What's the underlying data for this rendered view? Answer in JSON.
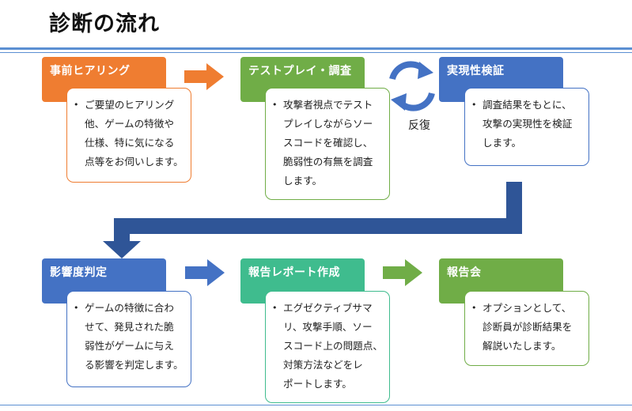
{
  "title": "診断の流れ",
  "colors": {
    "orange": "#ef7d31",
    "green": "#70ad47",
    "blue": "#4472c4",
    "teal": "#3fbc8e",
    "navy": "#2f5597"
  },
  "steps": [
    {
      "id": "hearing",
      "title": "事前ヒアリング",
      "text": "ご要望のヒアリング\n他、ゲームの特徴や\n仕様、特に気になる\n点等をお伺いします。"
    },
    {
      "id": "testplay",
      "title": "テストプレイ・調査",
      "text": "攻撃者視点でテスト\nプレイしながらソー\nスコードを確認し、\n脆弱性の有無を調査\nします。"
    },
    {
      "id": "feasibility",
      "title": "実現性検証",
      "text": "調査結果をもとに、\n攻撃の実現性を検証\nします。"
    },
    {
      "id": "impact",
      "title": "影響度判定",
      "text": "ゲームの特徴に合わ\nせて、発見された脆\n弱性がゲームに与え\nる影響を判定します。"
    },
    {
      "id": "report",
      "title": "報告レポート作成",
      "text": "エグゼクティブサマ\nリ、攻撃手順、ソー\nスコード上の問題点、\n対策方法などをレ\nポートします。"
    },
    {
      "id": "meeting",
      "title": "報告会",
      "text": "オプションとして、\n診断員が診断結果を\n解説いたします。"
    }
  ],
  "cycle_label": "反復"
}
